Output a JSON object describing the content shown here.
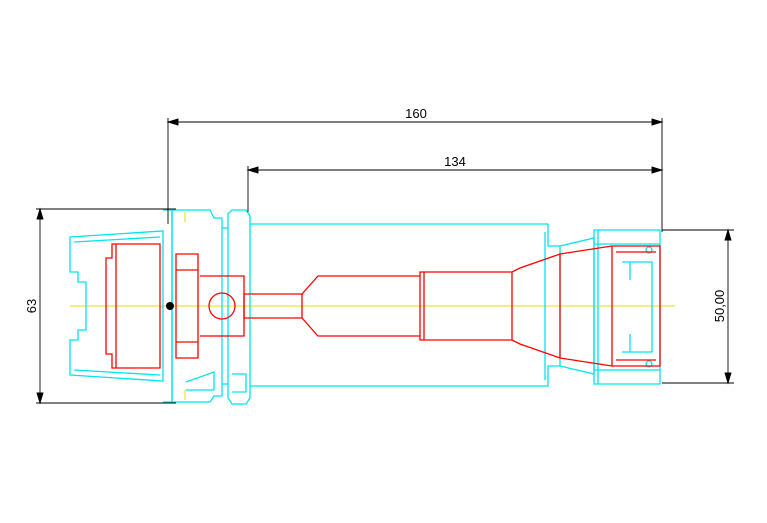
{
  "colors": {
    "background": "#ffffff",
    "outline": "#00e5ee",
    "section": "#ff0000",
    "dimension": "#000000",
    "centerline": "#e8e000"
  },
  "dimensions": {
    "overall_length": "160",
    "projection_length": "134",
    "flange_diameter": "63",
    "nut_diameter": "50,00"
  }
}
